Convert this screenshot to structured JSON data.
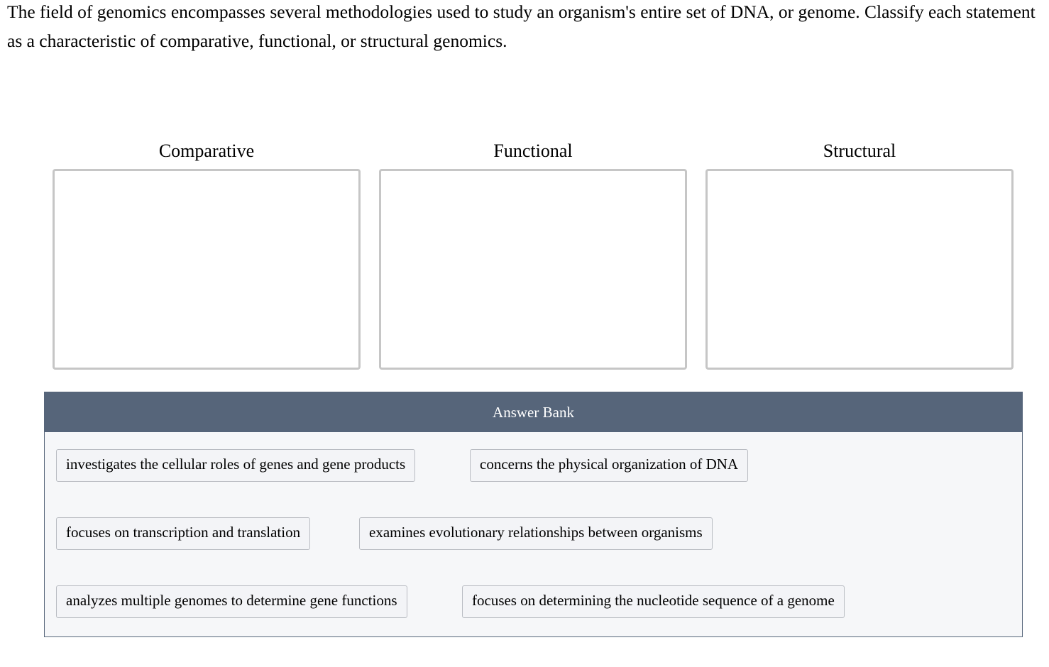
{
  "prompt": "The field of genomics encompasses several methodologies used to study an organism's entire set of DNA, or genome. Classify each statement as a characteristic of comparative, functional, or structural genomics.",
  "categories": [
    {
      "title": "Comparative"
    },
    {
      "title": "Functional"
    },
    {
      "title": "Structural"
    }
  ],
  "answer_bank": {
    "title": "Answer Bank",
    "items": [
      "investigates the cellular roles of genes and gene products",
      "concerns the physical organization of DNA",
      "focuses on transcription and translation",
      "examines evolutionary relationships between organisms",
      "analyzes multiple genomes to determine gene functions",
      "focuses on determining the nucleotide sequence of a genome"
    ]
  }
}
